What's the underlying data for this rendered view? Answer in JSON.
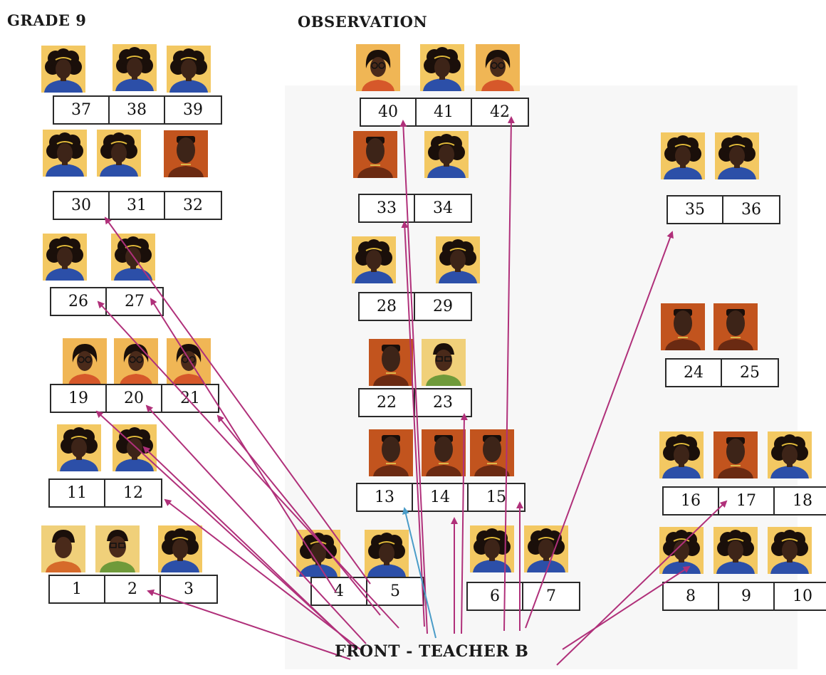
{
  "header": {
    "grade": "GRADE 9",
    "title": "OBSERVATION"
  },
  "front_label": "FRONT - TEACHER B",
  "colors": {
    "interaction_arrow": "#b0307a",
    "student_arrow": "#4a9cc8"
  },
  "seats": [
    "1",
    "2",
    "3",
    "4",
    "5",
    "6",
    "7",
    "8",
    "9",
    "10",
    "11",
    "12",
    "13",
    "14",
    "15",
    "16",
    "17",
    "18",
    "19",
    "20",
    "21",
    "22",
    "23",
    "24",
    "25",
    "26",
    "27",
    "28",
    "29",
    "30",
    "31",
    "32",
    "33",
    "34",
    "35",
    "36",
    "37",
    "38",
    "39",
    "40",
    "41",
    "42"
  ],
  "avatar_types": {
    "curly-girl": "curly-haired girl",
    "short-hair-boy": "short-haired boy",
    "glasses-girl": "girl with glasses",
    "glasses-boy": "boy with glasses",
    "cap-boy": "boy with dark hair"
  }
}
